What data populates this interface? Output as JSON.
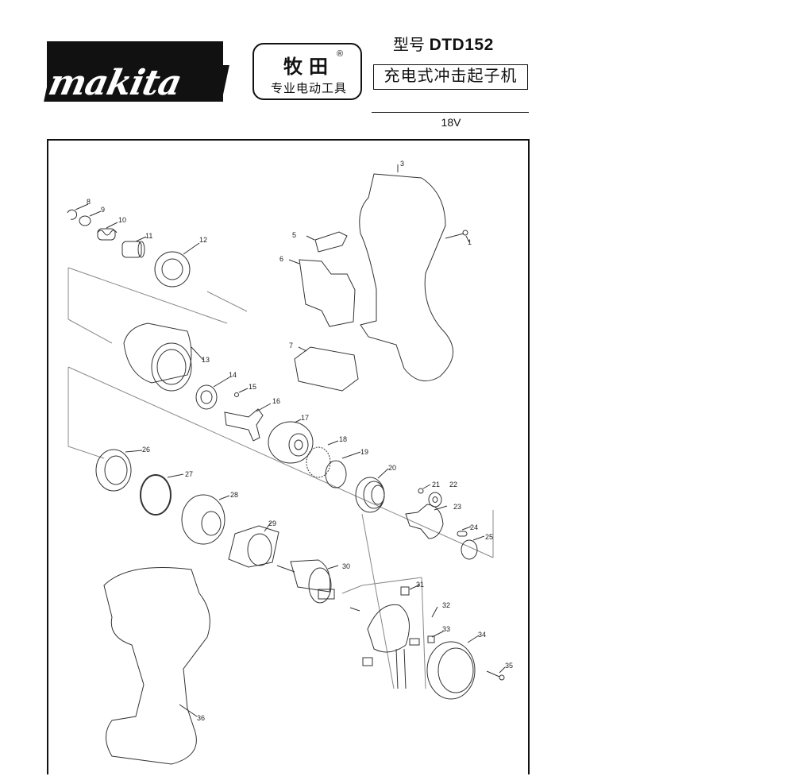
{
  "brand": {
    "logo_text": "makita",
    "registered": "®"
  },
  "badge": {
    "chinese_name": "牧田",
    "subtitle": "专业电动工具",
    "registered": "®"
  },
  "model": {
    "label": "型号",
    "number": "DTD152"
  },
  "product_name": "充电式冲击起子机",
  "voltage": "18V",
  "diagram": {
    "part_labels": [
      "1",
      "3",
      "5",
      "6",
      "7",
      "8",
      "9",
      "10",
      "11",
      "12",
      "13",
      "14",
      "15",
      "16",
      "17",
      "18",
      "19",
      "20",
      "21",
      "22",
      "23",
      "24",
      "25",
      "26",
      "27",
      "28",
      "29",
      "30",
      "31",
      "32",
      "33",
      "34",
      "35",
      "36"
    ]
  }
}
